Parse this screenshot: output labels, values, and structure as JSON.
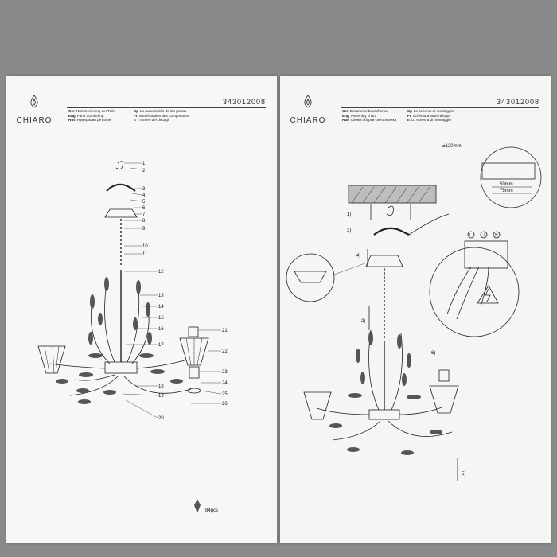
{
  "left_page": {
    "brand": "CHIARO",
    "model_number": "343012008",
    "header_lines": [
      {
        "lang": "Ger",
        "text": "Nummerierung der Teile"
      },
      {
        "lang": "Eng",
        "text": "Parts numbering"
      },
      {
        "lang": "Rus",
        "text": "Нумерация деталей"
      }
    ],
    "header_lines_right": [
      {
        "lang": "Sp",
        "text": "La numeración de las piezas"
      },
      {
        "lang": "Fr",
        "text": "Numérotation des composants"
      },
      {
        "lang": "It",
        "text": "I numeri dei dettagli"
      }
    ],
    "part_numbers": [
      "1",
      "2",
      "3",
      "4",
      "5",
      "6",
      "7",
      "8",
      "9",
      "10",
      "11",
      "12",
      "13",
      "14",
      "15",
      "16",
      "17",
      "18",
      "19",
      "20",
      "21",
      "22",
      "23",
      "24",
      "25",
      "26"
    ],
    "crystal_count": "84pcs"
  },
  "right_page": {
    "brand": "CHIARO",
    "model_number": "343012008",
    "header_lines": [
      {
        "lang": "Ger",
        "text": "Zusammenbauschema"
      },
      {
        "lang": "Eng",
        "text": "Assembly chart"
      },
      {
        "lang": "Rus",
        "text": "Схема сборки светильника"
      }
    ],
    "header_lines_right": [
      {
        "lang": "Sp",
        "text": "Lo schema di montaggio"
      },
      {
        "lang": "Fr",
        "text": "Schéma d'assemblage"
      },
      {
        "lang": "It",
        "text": "Lo schema di montaggio"
      }
    ],
    "diameter_label": "⌀120mm",
    "dim_50": "50mm",
    "dim_75": "75mm",
    "step_labels": [
      "1)",
      "2)",
      "3)",
      "4)",
      "5)",
      "6)"
    ],
    "terminal_labels": [
      "L",
      "⏚",
      "N"
    ]
  }
}
